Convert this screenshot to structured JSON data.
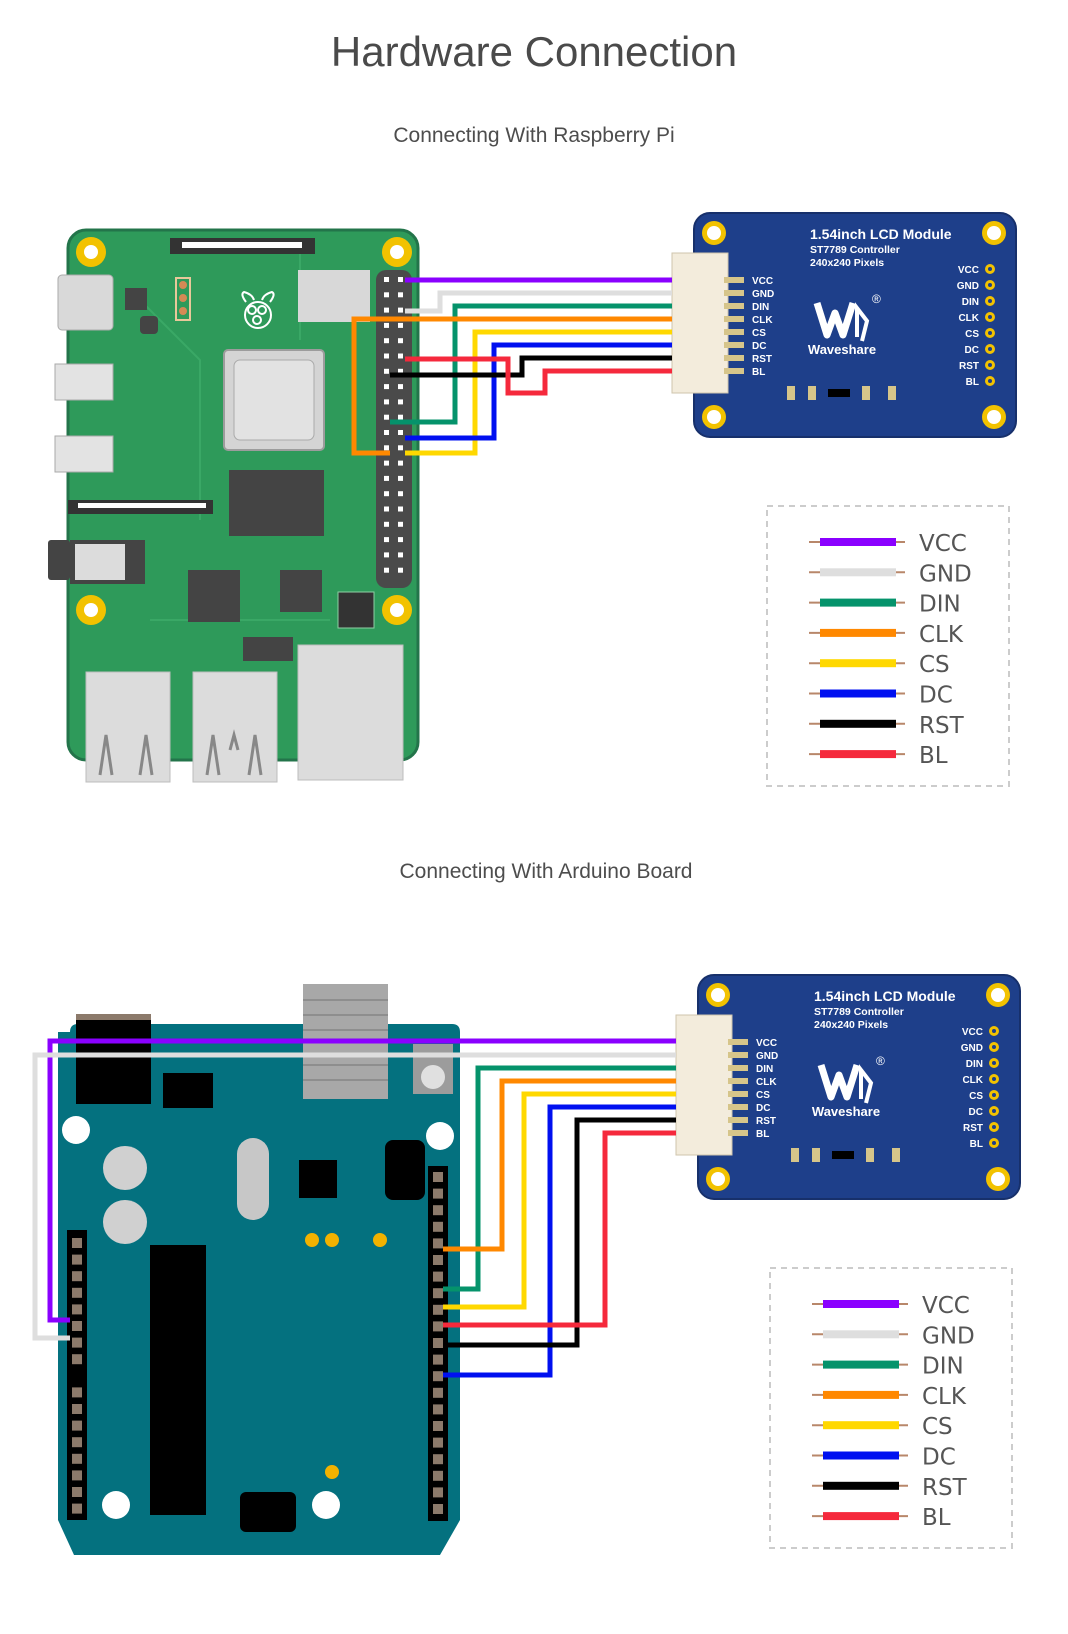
{
  "page": {
    "title": "Hardware Connection",
    "sections": [
      {
        "id": "rpi",
        "subtitle": "Connecting With Raspberry Pi",
        "host_board": "Raspberry Pi"
      },
      {
        "id": "arduino",
        "subtitle": "Connecting With Arduino Board",
        "host_board": "Arduino"
      }
    ]
  },
  "lcd_module": {
    "title": "1.54inch LCD Module",
    "controller": "ST7789 Controller",
    "resolution": "240x240 Pixels",
    "brand": "Waveshare",
    "registered": "®",
    "pins": [
      "VCC",
      "GND",
      "DIN",
      "CLK",
      "CS",
      "DC",
      "RST",
      "BL"
    ]
  },
  "legend": {
    "items": [
      {
        "label": "VCC",
        "color": "#8a00ff"
      },
      {
        "label": "GND",
        "color": "#dedede"
      },
      {
        "label": "DIN",
        "color": "#05936b"
      },
      {
        "label": "CLK",
        "color": "#ff8800"
      },
      {
        "label": "CS",
        "color": "#ffd800"
      },
      {
        "label": "DC",
        "color": "#0010f0"
      },
      {
        "label": "RST",
        "color": "#000000"
      },
      {
        "label": "BL",
        "color": "#f5293c"
      }
    ]
  },
  "colors": {
    "rpi_board": "#2e9a5a",
    "arduino_board": "#04717f",
    "lcd_board": "#1e3f8a",
    "gold": "#f2c200",
    "legend_border": "#cccccc"
  }
}
